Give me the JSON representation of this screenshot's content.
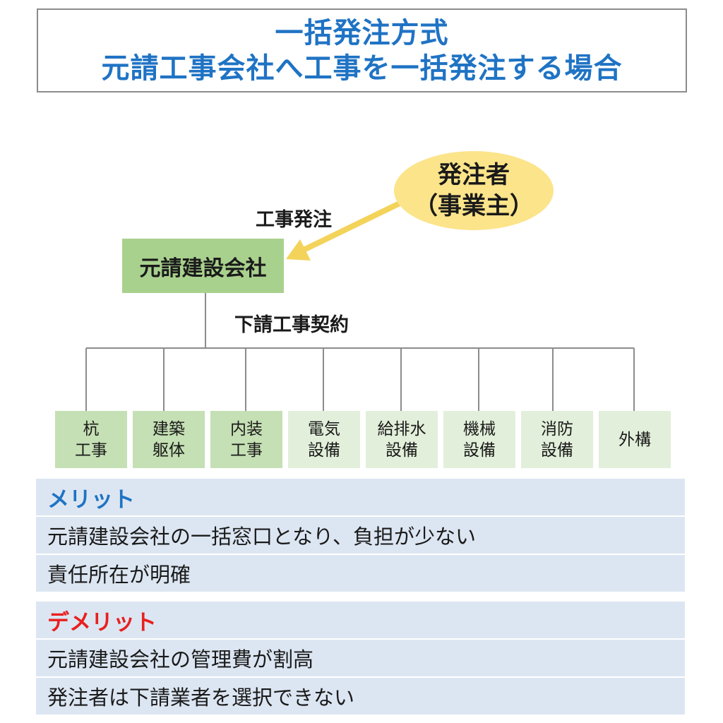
{
  "title": {
    "line1": "一括発注方式",
    "line2": "元請工事会社へ工事を一括発注する場合"
  },
  "owner": {
    "line1": "発注者",
    "line2": "（事業主）"
  },
  "order_label": "工事発注",
  "main_contractor": "元請建設会社",
  "subcontract_label": "下請工事契約",
  "subcontractors": [
    {
      "line1": "杭",
      "line2": "工事"
    },
    {
      "line1": "建築",
      "line2": "躯体"
    },
    {
      "line1": "内装",
      "line2": "工事"
    },
    {
      "line1": "電気",
      "line2": "設備"
    },
    {
      "line1": "給排水",
      "line2": "設備"
    },
    {
      "line1": "機械",
      "line2": "設備"
    },
    {
      "line1": "消防",
      "line2": "設備"
    },
    {
      "line1": "外構",
      "line2": ""
    }
  ],
  "merits": {
    "heading": "メリット",
    "items": [
      "元請建設会社の一括窓口となり、負担が少ない",
      "責任所在が明確"
    ]
  },
  "demerits": {
    "heading": "デメリット",
    "items": [
      "元請建設会社の管理費が割高",
      "発注者は下請業者を選択できない"
    ]
  },
  "colors": {
    "title_text": "#1f73c4",
    "merit_heading": "#1f73c4",
    "demerit_heading": "#e8201f",
    "owner_fill": "#fce48a",
    "main_contractor_fill": "#a9d18e",
    "sub_dark_fill": "#c5e0b4",
    "sub_light_fill": "#e2efda",
    "arrow": "#f3d35a",
    "list_fill": "#dce6f2"
  }
}
